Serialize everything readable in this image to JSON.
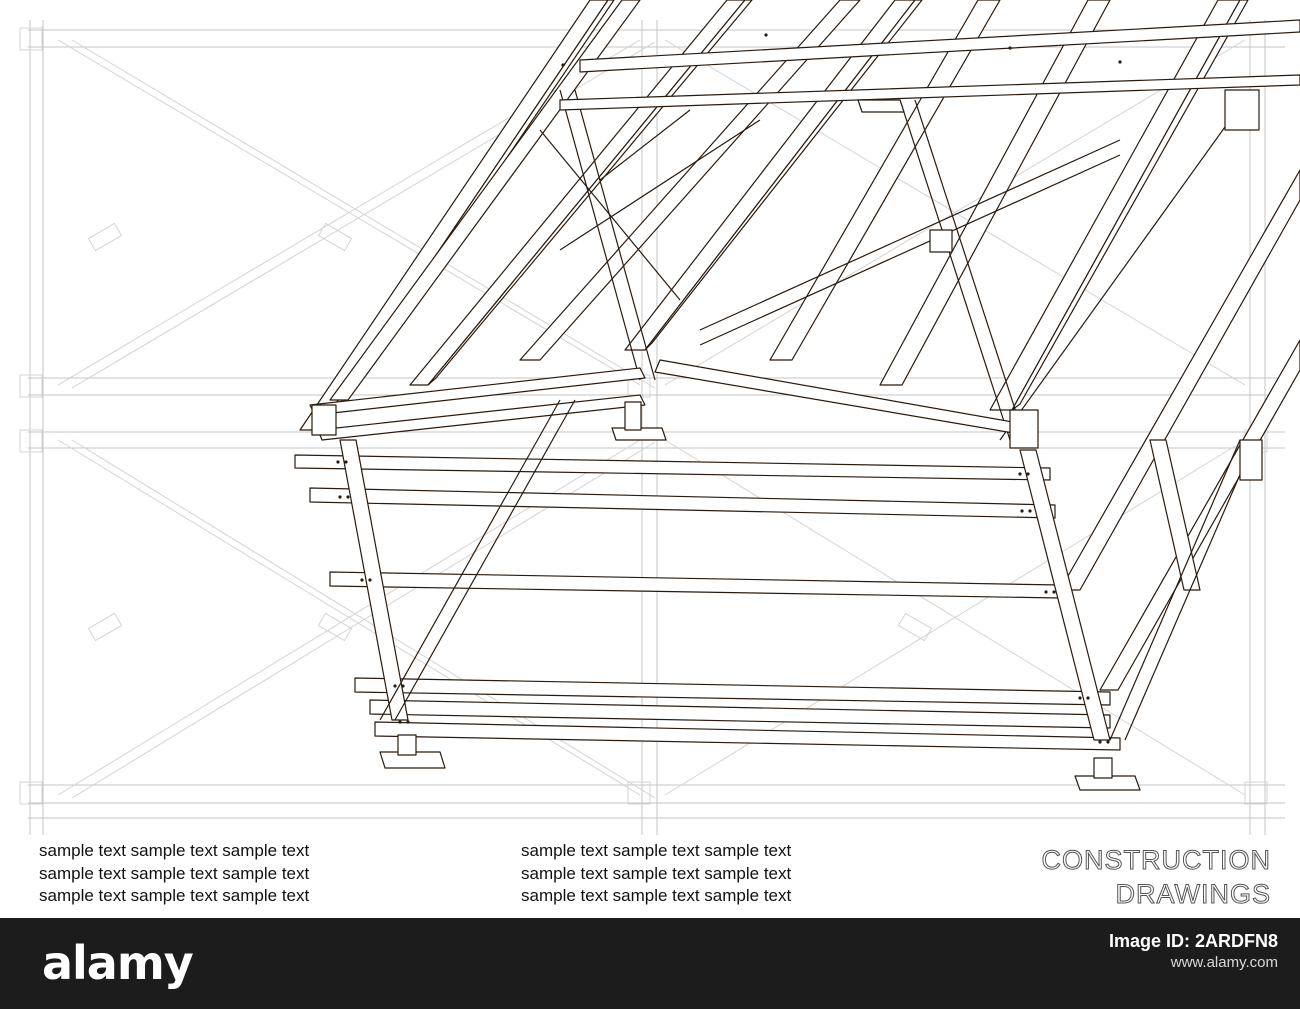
{
  "caption": {
    "left_lines": [
      "sample text sample text sample text",
      "sample text sample text sample text",
      "sample text sample text sample text"
    ],
    "middle_lines": [
      "sample text sample text sample text",
      "sample text sample text sample text",
      "sample text sample text sample text"
    ],
    "heading_line1": "CONSTRUCTION",
    "heading_line2": "DRAWINGS"
  },
  "footer": {
    "logo": "alamy",
    "image_id_label": "Image ID: 2ARDFN8",
    "url": "www.alamy.com"
  },
  "colors": {
    "line_art": "#2a1a0e",
    "ghost_lines": "#c4c4c4",
    "footer_bg": "#1c1c1c"
  }
}
